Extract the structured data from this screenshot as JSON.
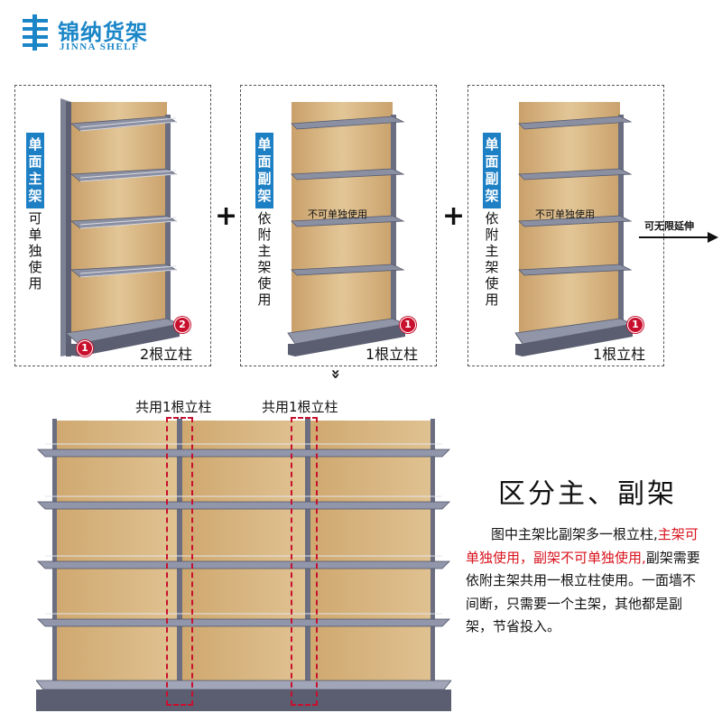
{
  "brand": {
    "name_cn": "锦纳货架",
    "name_en": "JINNA SHELF",
    "color": "#1a86c8"
  },
  "panels": [
    {
      "vlabel": "单面主架",
      "vtext": "可单独使用",
      "overlay": "",
      "cols": "2根立柱"
    },
    {
      "vlabel": "单面副架",
      "vtext": "依附主架使用",
      "overlay": "不可单独使用",
      "cols": "1根立柱"
    },
    {
      "vlabel": "单面副架",
      "vtext": "依附主架使用",
      "overlay": "不可单独使用",
      "cols": "1根立柱"
    }
  ],
  "badges": [
    "1",
    "2",
    "1",
    "1"
  ],
  "plus_sign": "+",
  "extend_text": "可无限延伸",
  "chevron": "»",
  "shared_labels": [
    "共用1根立柱",
    "共用1根立柱"
  ],
  "title": "区分主、副架",
  "desc": {
    "p1": "图中主架比副架多一根立柱,",
    "p2_red": "主架可单独使用，副架不可单独使用,",
    "p3": "副架需要依附主架共用一根立柱使用。一面墙不间断，只需要一个主架，其他都是副架，节省投入。"
  },
  "colors": {
    "accent_blue": "#1d7fc4",
    "accent_red": "#d8121b",
    "wood": "#d9b98a",
    "metal": "#6d7184"
  }
}
